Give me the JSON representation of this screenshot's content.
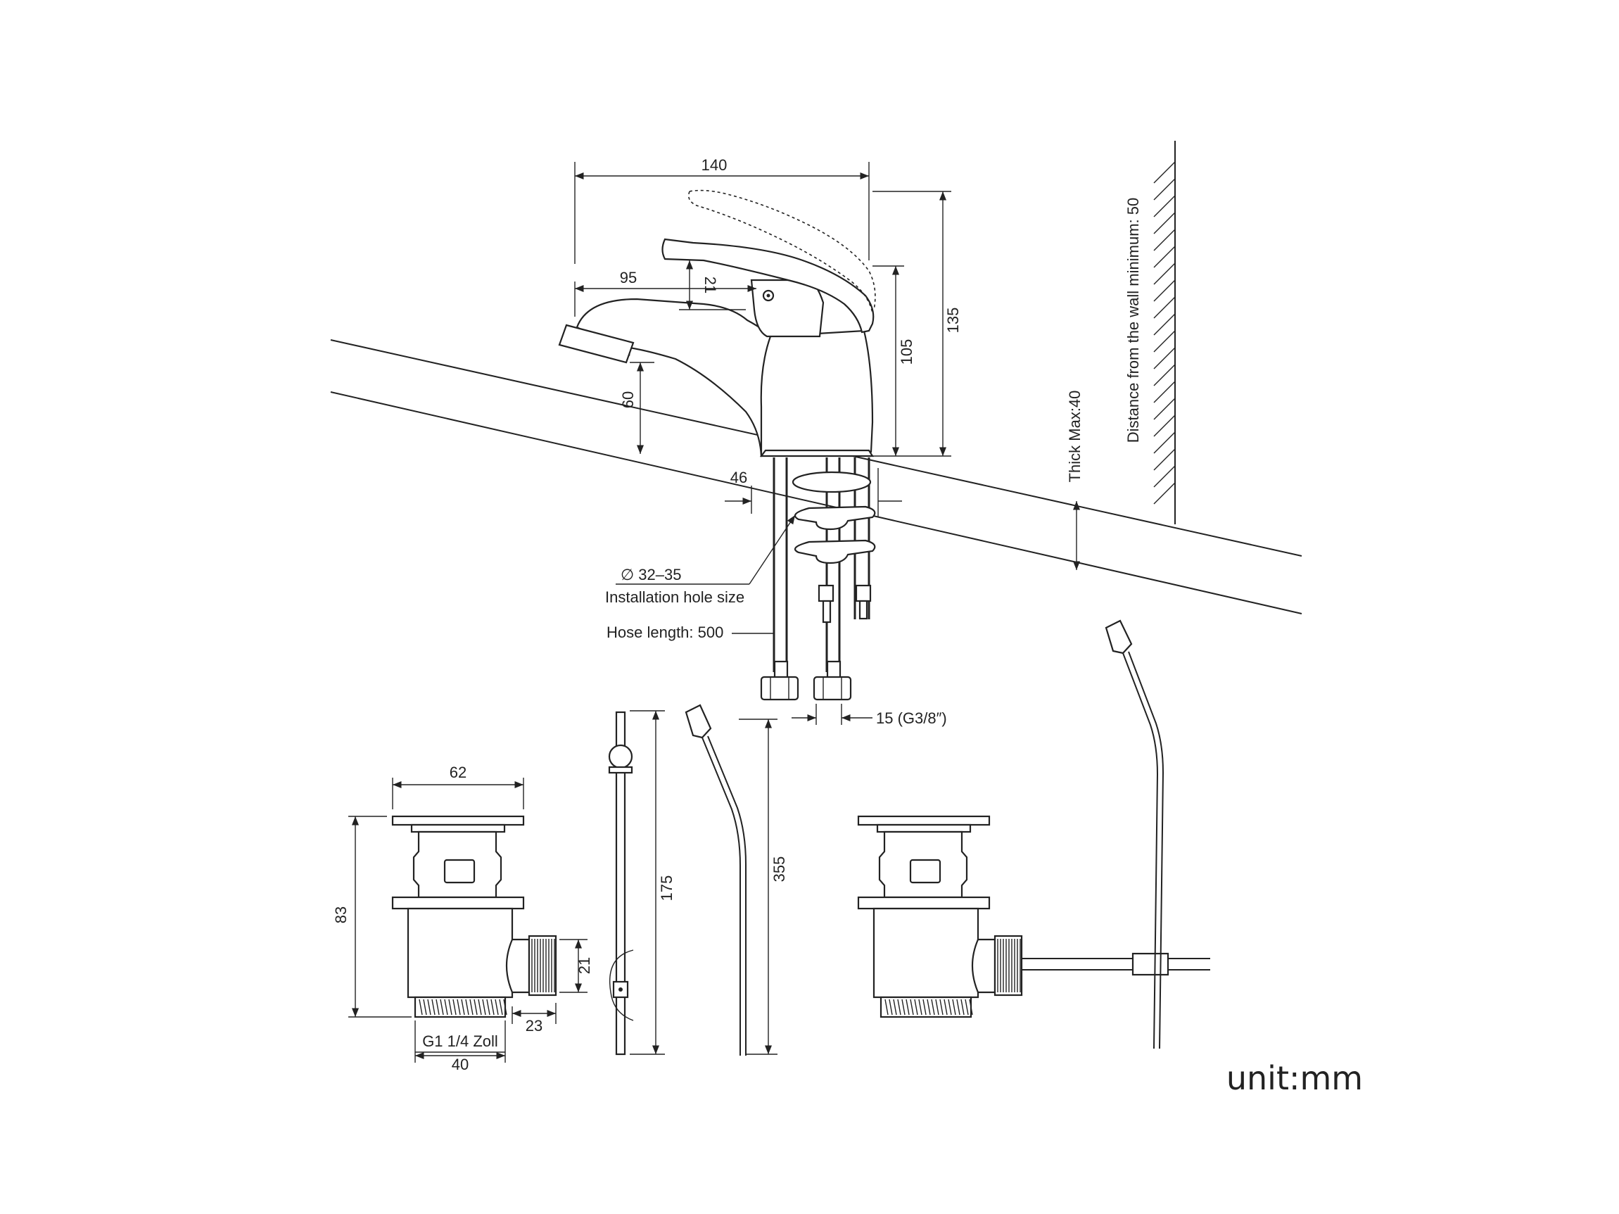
{
  "dimensions": {
    "faucet_width": "140",
    "faucet_height": "135",
    "spout_reach": "95",
    "handle_gap": "21",
    "body_height": "105",
    "spout_height": "60",
    "base_offset": "46",
    "drain_flange": "62",
    "drain_height": "83",
    "outlet_height": "21",
    "outlet_length": "23",
    "thread_width": "40",
    "rod_length": "175",
    "lever_length": "355"
  },
  "labels": {
    "thick_max": "Thick Max:40",
    "wall_distance": "Distance from the wall minimum: 50",
    "hole_size": "∅ 32–35",
    "hole_label": "Installation hole size",
    "hose_length": "Hose length: 500",
    "hose_connector": "15  (G3/8″)",
    "thread_spec": "G1 1/4 Zoll",
    "unit": "unit:mm"
  }
}
